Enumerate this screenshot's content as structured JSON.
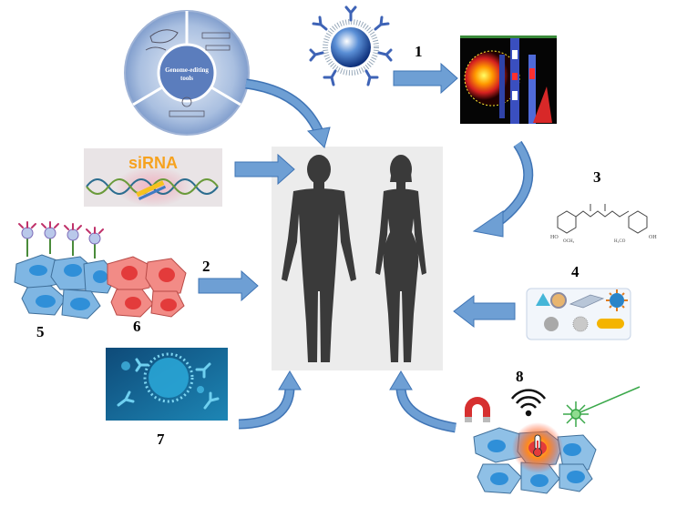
{
  "figure": {
    "numbers": [
      "1",
      "2",
      "3",
      "4",
      "5",
      "6",
      "7",
      "8"
    ],
    "genome_tool_label_line1": "Genome-editing",
    "genome_tool_label_line2": "tools",
    "sirna_label": "siRNA"
  },
  "colors": {
    "arrow_fill": "#6e9fd4",
    "arrow_stroke": "#3f74b5",
    "silhouette": "#3a3a3a",
    "panel_bg": "#ececec",
    "cell_blue": "#7fb6e3",
    "cell_nucleus": "#2f8fd8",
    "cell_red": "#f28b86",
    "cell_red_nucleus": "#e33b3b"
  }
}
